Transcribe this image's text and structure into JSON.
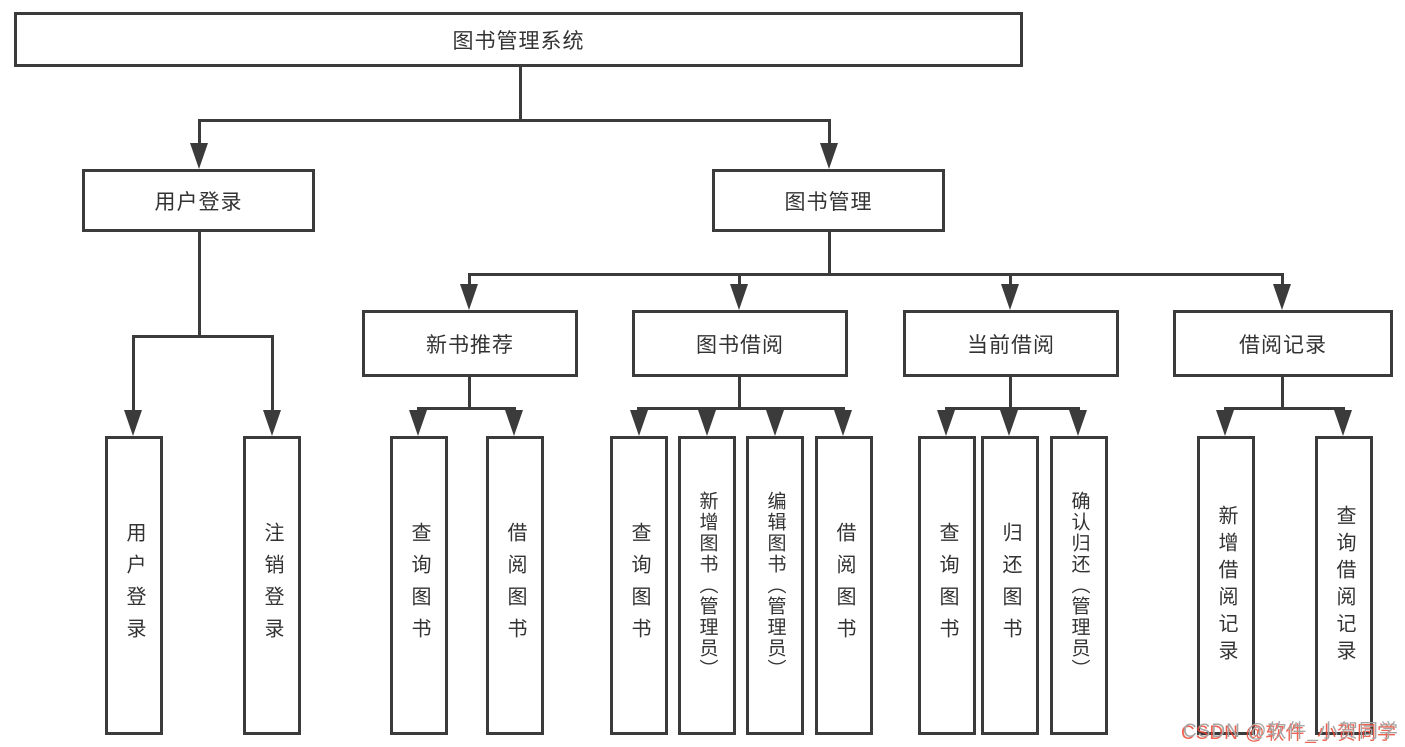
{
  "diagram": {
    "root": {
      "label": "图书管理系统"
    },
    "level2": [
      {
        "label": "用户登录"
      },
      {
        "label": "图书管理"
      }
    ],
    "level3": [
      {
        "label": "新书推荐"
      },
      {
        "label": "图书借阅"
      },
      {
        "label": "当前借阅"
      },
      {
        "label": "借阅记录"
      }
    ],
    "leaves": [
      {
        "label": "用户登录"
      },
      {
        "label": "注销登录"
      },
      {
        "label": "查询图书"
      },
      {
        "label": "借阅图书"
      },
      {
        "label": "查询图书"
      },
      {
        "label": "新增图书（管理员）"
      },
      {
        "label": "编辑图书（管理员）"
      },
      {
        "label": "借阅图书"
      },
      {
        "label": "查询图书"
      },
      {
        "label": "归还图书"
      },
      {
        "label": "确认归还（管理员）"
      },
      {
        "label": "新增借阅记录"
      },
      {
        "label": "查询借阅记录"
      }
    ],
    "colors": {
      "line": "#3b3b3b",
      "text": "#333333",
      "background": "#ffffff"
    }
  },
  "watermark": {
    "text": "CSDN @软件_小贺同学",
    "text_color": "#a6a6a6",
    "accent_color": "#eb4632"
  }
}
